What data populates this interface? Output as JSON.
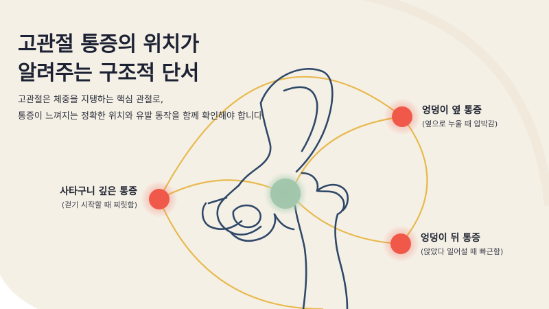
{
  "title": {
    "line1": "고관절 통증의 위치가",
    "line2": "알려주는 구조적 단서"
  },
  "description": {
    "line1": "고관절은 체중을 지탱하는 핵심 관절로,",
    "line2": "통증이 느껴지는 정확한 위치와 유발 동작을 함께 확인해야 합니다."
  },
  "pain_points": [
    {
      "id": "groin",
      "label": "사타구니 깊은 통증",
      "detail": "(걷기 시작할 때 찌릿함)"
    },
    {
      "id": "lateral",
      "label": "엉덩이 옆 통증",
      "detail": "(옆으로 누울 때 압박감)"
    },
    {
      "id": "posterior",
      "label": "엉덩이 뒤 통증",
      "detail": "(앉았다 일어설 때 빠근함)"
    }
  ],
  "colors": {
    "background": "#f5f0e6",
    "pain_marker": "#f0594a",
    "joint_center": "#9fc4a8",
    "connector_line": "#e8b94e",
    "bone_outline": "#2f4868",
    "title_text": "#1c2233"
  },
  "icons": [
    "pelvis-bone-illustration",
    "hip-joint-marker",
    "pain-point-marker"
  ]
}
